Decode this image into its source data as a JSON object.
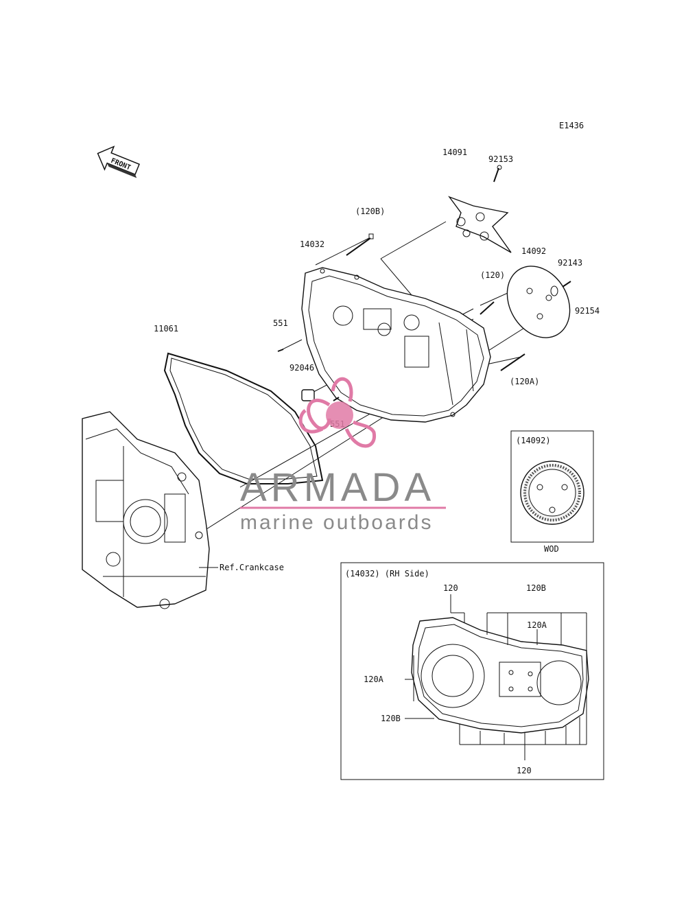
{
  "diagram": {
    "code": "E1436",
    "front_label": "FRONT",
    "labels": {
      "p92153": "92153",
      "p14091": "14091",
      "p120B": "(120B)",
      "p14032": "14032",
      "p14092": "14092",
      "p92143": "92143",
      "p120": "(120)",
      "p92154": "92154",
      "p551a": "551",
      "p11061": "11061",
      "p92046": "92046",
      "p551b": "551",
      "p120A": "(120A)",
      "ref_crankcase": "Ref.Crankcase"
    },
    "inset_wod": {
      "title": "(14092)",
      "caption": "WOD"
    },
    "inset_rh": {
      "title": "(14032)  (RH Side)",
      "labels": {
        "top_120": "120",
        "top_120B": "120B",
        "mid_120A": "120A",
        "left_120A": "120A",
        "left_120B": "120B",
        "bottom_120": "120"
      }
    },
    "watermark": {
      "brand": "ARMADA",
      "tagline": "marine outboards",
      "logo_color": "#e07aa6"
    }
  }
}
